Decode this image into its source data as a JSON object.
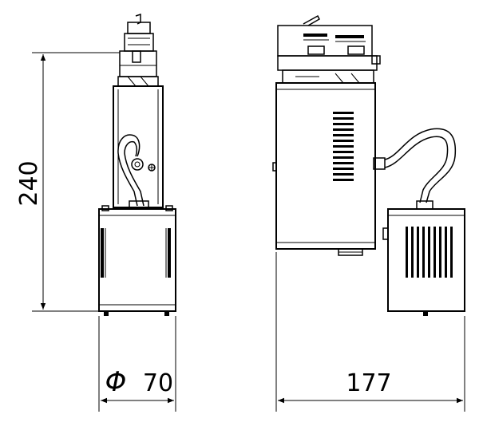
{
  "dimensions": {
    "height": "240",
    "diameter_symbol": "Φ",
    "diameter": "70",
    "width": "177"
  }
}
